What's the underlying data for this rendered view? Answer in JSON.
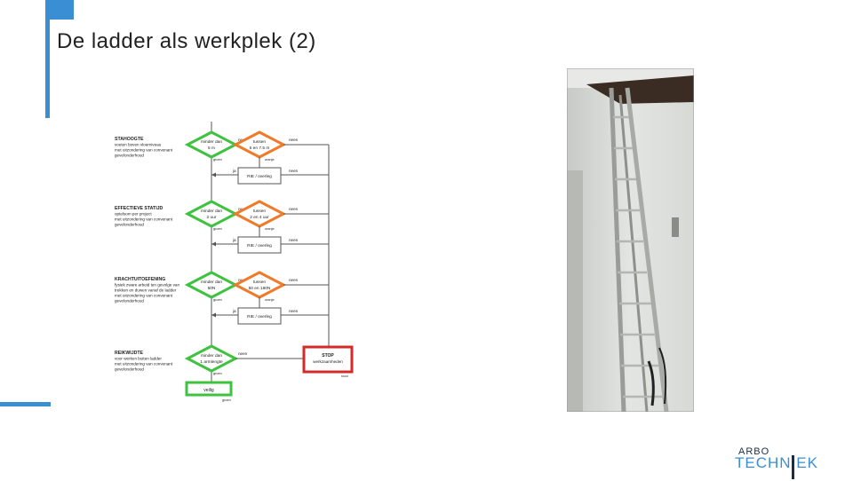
{
  "slide": {
    "title": "De ladder als werkplek (2)"
  },
  "flowchart": {
    "sections": [
      {
        "heading": "STAHOOGTE",
        "desc": [
          "voeten boven vloerniveau",
          "met uitzondering van convenant",
          "gevelonderhoud"
        ]
      },
      {
        "heading": "EFFECTIEVE STATIJD",
        "desc": [
          "optelsom per project",
          "met uitzondering van convenant",
          "gevelonderhoud"
        ]
      },
      {
        "heading": "KRACHTUITOEFENING",
        "desc": [
          "fysiek zware arbeid ten gevolge van",
          "trekken en duwen vanaf de ladder",
          "met uitzondering van convenant",
          "gevelonderhoud"
        ]
      },
      {
        "heading": "REIKWIJDTE",
        "desc": [
          "voor werken buiten ladder",
          "met uitzondering van convenant",
          "gevelonderhoud"
        ]
      }
    ],
    "green_decisions": [
      [
        "minder dan",
        "5 m"
      ],
      [
        "minder dan",
        "2 uur"
      ],
      [
        "minder dan",
        "50N"
      ],
      [
        "minder dan",
        "1 armlengte"
      ]
    ],
    "orange_decisions": [
      [
        "tussen",
        "5 en 7.5 m"
      ],
      [
        "tussen",
        "2 en 4 uur"
      ],
      [
        "tussen",
        "50 en 180N"
      ]
    ],
    "rie_label": "RIE / overleg",
    "label_neen": "neen",
    "label_ja": "ja",
    "label_groen": "groen",
    "label_oranje": "oranje",
    "label_rood": "rood",
    "stop_label": [
      "STOP",
      "werkzaamheden"
    ],
    "safe_label": "veilig",
    "colors": {
      "green": "#3fc23f",
      "orange": "#f07a2a",
      "red": "#d42a2a",
      "line": "#555555"
    }
  },
  "photo": {
    "subject": "aluminium ladder against wall"
  },
  "logo": {
    "line1": "ARBO",
    "line2": "TECHNIEK"
  }
}
